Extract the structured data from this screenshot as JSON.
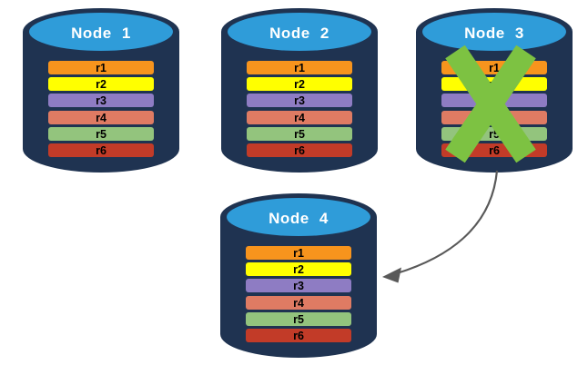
{
  "diagram": {
    "background": "#FFFFFF",
    "type": "database-replication-failover"
  },
  "nodes": [
    {
      "label": "Node 1",
      "failed": false
    },
    {
      "label": "Node 2",
      "failed": false
    },
    {
      "label": "Node 3",
      "failed": true
    },
    {
      "label": "Node 4",
      "failed": false
    }
  ],
  "records": [
    {
      "label": "r1",
      "color": "#F7941D"
    },
    {
      "label": "r2",
      "color": "#FFFF00"
    },
    {
      "label": "r3",
      "color": "#8E7CC3"
    },
    {
      "label": "r4",
      "color": "#DF7B63"
    },
    {
      "label": "r5",
      "color": "#93C47D"
    },
    {
      "label": "r6",
      "color": "#C23B28"
    }
  ],
  "colors": {
    "cylinder_body": "#1F3351",
    "cylinder_top": "#2F9CD9",
    "node_label_text": "#FFFFFF",
    "record_label_text": "#000000",
    "failure_cross": "#7DC242",
    "arrow": "#595959"
  }
}
